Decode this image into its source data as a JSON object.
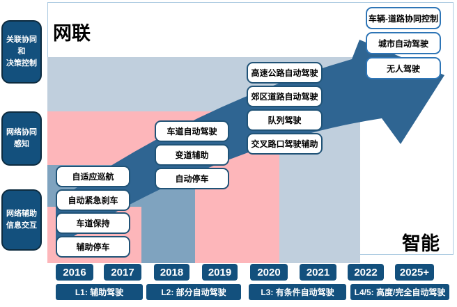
{
  "palette": {
    "navy": "#13507d",
    "arrow": "#2f6592",
    "pink": "#fdb6ba",
    "slate": "#7fa3bf",
    "lightblue": "#c0cfdd",
    "chartborder": "#aac9e0",
    "boxborderdark": "#205377",
    "boxborderblue": "#2e75b6",
    "panelborder": "#0d2b3f"
  },
  "corner_labels": {
    "top_left": "网联",
    "bottom_right": "智能"
  },
  "left_panel": {
    "items": [
      {
        "lines": [
          "关联协同",
          "和",
          "决策控制"
        ]
      },
      {
        "lines": [
          "网络协同",
          "感知"
        ]
      },
      {
        "lines": [
          "网络辅助",
          "信息交互"
        ]
      }
    ]
  },
  "feature_groups": {
    "l1": [
      "自适应巡航",
      "自动紧急刹车",
      "车道保持",
      "辅助停车"
    ],
    "l2": [
      "车道自动驾驶",
      "变道辅助",
      "自动停车"
    ],
    "l3": [
      "高速公路自动驾驶",
      "郊区道路自动驾驶",
      "队列驾驶",
      "交叉路口驾驶辅助"
    ],
    "l45": [
      "车辆-道路协同控制",
      "城市自动驾驶",
      "无人驾驶"
    ]
  },
  "timeline": {
    "years": [
      "2016",
      "2017",
      "2018",
      "2019",
      "2020",
      "2021",
      "2022",
      "2025+"
    ]
  },
  "levels": [
    "L1: 辅助驾驶",
    "L2: 部分自动驾驶",
    "L3: 有条件自动驾驶",
    "L4/5: 高度/完全自动驾驶"
  ]
}
